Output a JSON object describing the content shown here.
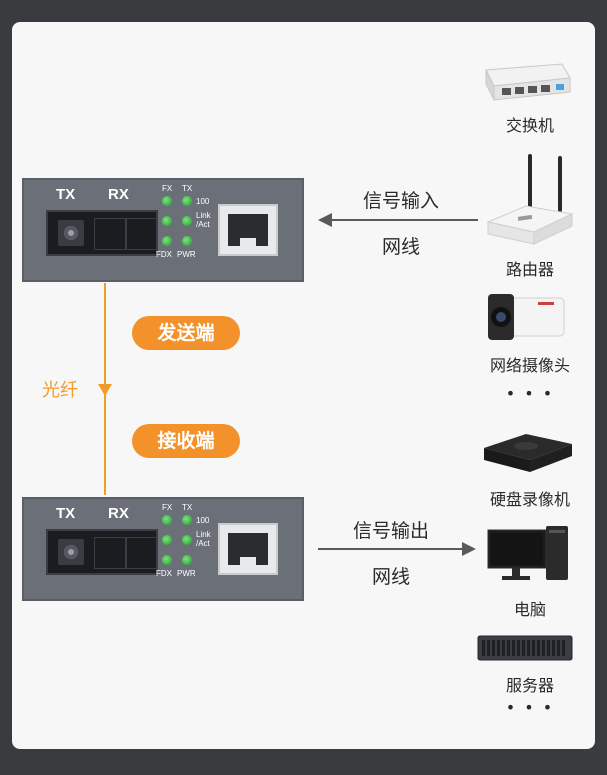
{
  "transceiver": {
    "tx_label": "TX",
    "rx_label": "RX",
    "led_labels": {
      "fx": "FX",
      "tx": "TX",
      "speed": "100",
      "link": "Link",
      "act": "/Act",
      "fdx": "FDX",
      "pwr": "PWR"
    }
  },
  "sender": {
    "label": "发送端"
  },
  "receiver": {
    "label": "接收端"
  },
  "fiber": {
    "label": "光纤"
  },
  "input_link": {
    "signal": "信号输入",
    "medium": "网线"
  },
  "output_link": {
    "signal": "信号输出",
    "medium": "网线"
  },
  "input_devices": [
    "交换机",
    "路由器",
    "网络摄像头"
  ],
  "output_devices": [
    "硬盘录像机",
    "电脑",
    "服务器"
  ],
  "ellipsis": "• • •",
  "icons": [
    "switch-icon",
    "router-icon",
    "camera-icon",
    "dvr-icon",
    "computer-icon",
    "server-icon"
  ],
  "colors": {
    "accent": "#f3922a",
    "device_body": "#6b6f78",
    "led": "#2fb33a"
  }
}
